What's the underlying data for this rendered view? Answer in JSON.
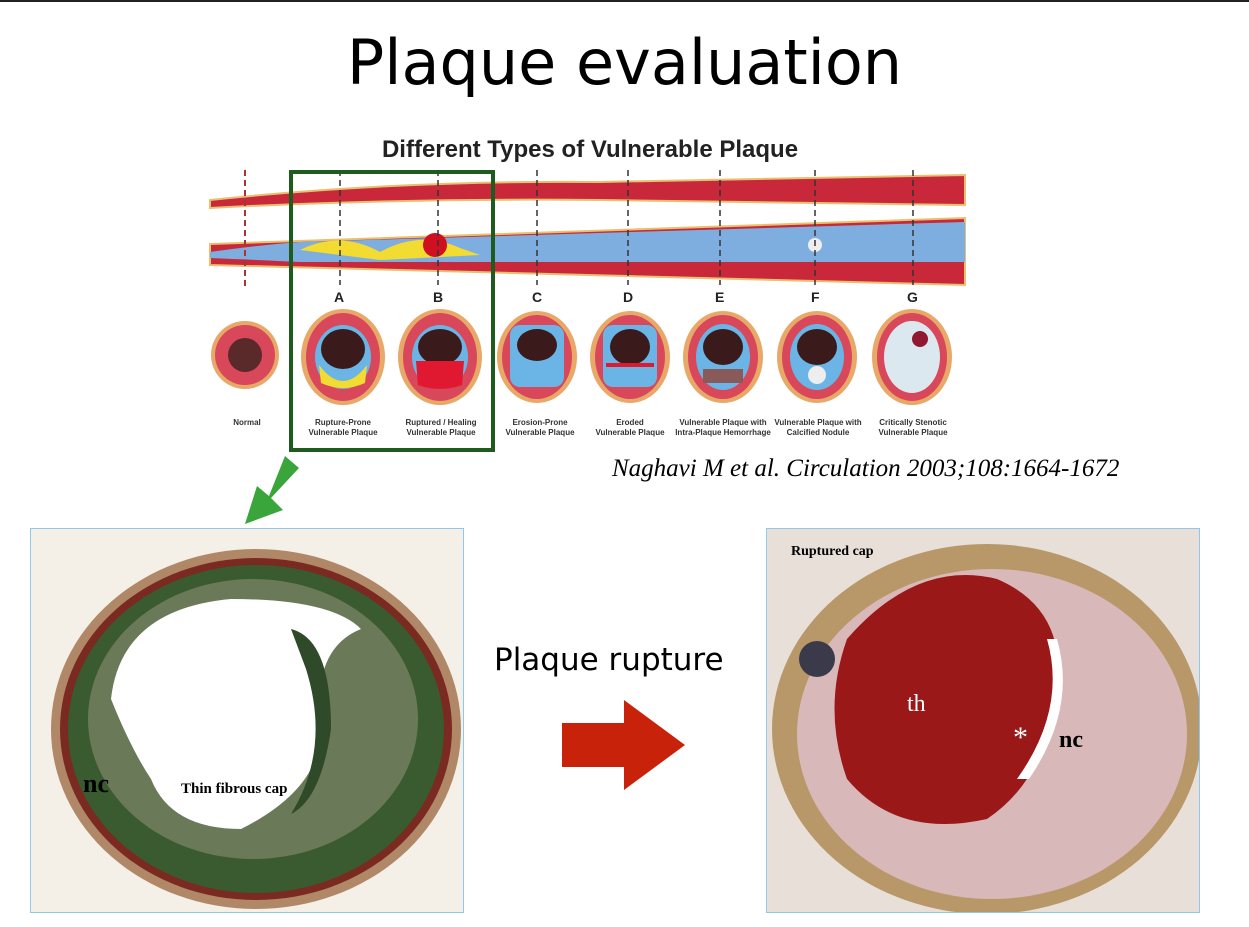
{
  "slide": {
    "title": "Plaque evaluation",
    "citation": "Naghavi M et al. Circulation 2003;108:1664-1672",
    "rupture_label": "Plaque rupture"
  },
  "diagram": {
    "title": "Different Types of Vulnerable Plaque",
    "letters": [
      "A",
      "B",
      "C",
      "D",
      "E",
      "F",
      "G"
    ],
    "types": [
      {
        "line1": "Normal",
        "line2": ""
      },
      {
        "line1": "Rupture-Prone",
        "line2": "Vulnerable Plaque"
      },
      {
        "line1": "Ruptured / Healing",
        "line2": "Vulnerable Plaque"
      },
      {
        "line1": "Erosion-Prone",
        "line2": "Vulnerable Plaque"
      },
      {
        "line1": "Eroded",
        "line2": "Vulnerable Plaque"
      },
      {
        "line1": "Vulnerable Plaque with",
        "line2": "Intra-Plaque Hemorrhage"
      },
      {
        "line1": "Vulnerable Plaque with",
        "line2": "Calcified Nodule"
      },
      {
        "line1": "Critically Stenotic",
        "line2": "Vulnerable Plaque"
      }
    ]
  },
  "left_image": {
    "nc": "nc",
    "cap": "Thin fibrous cap"
  },
  "right_image": {
    "ruptured_cap": "Ruptured cap",
    "asterisk": "*",
    "th": "th",
    "nc": "nc"
  },
  "colors": {
    "box": "#1f5a1f",
    "green_arrow": "#3aa53a",
    "red_arrow": "#c8230a"
  }
}
